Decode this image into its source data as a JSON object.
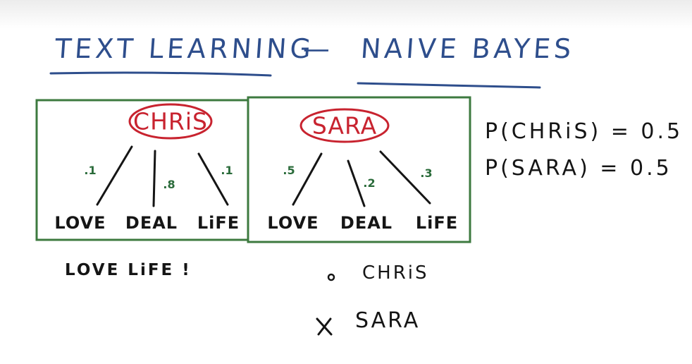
{
  "title": {
    "left": "TEXT LEARNING",
    "dash": "—",
    "right": "NAIVE BAYES"
  },
  "models": [
    {
      "name": "CHRiS",
      "words": [
        "LOVE",
        "DEAL",
        "LiFE"
      ],
      "probs": [
        ".1",
        ".8",
        ".1"
      ]
    },
    {
      "name": "SARA",
      "words": [
        "LOVE",
        "DEAL",
        "LiFE"
      ],
      "probs": [
        ".5",
        ".2",
        ".3"
      ]
    }
  ],
  "priors": [
    "P(CHRiS) = 0.5",
    "P(SARA) = 0.5"
  ],
  "message": "LOVE LiFE !",
  "legend": [
    {
      "icon": "circle-icon",
      "label": "CHRiS"
    },
    {
      "icon": "cross-icon",
      "label": "SARA"
    }
  ],
  "colors": {
    "title_blue": "#2e4e8c",
    "box_green": "#3d7a3f",
    "name_red": "#c8232f",
    "prob_green": "#2a6b3a",
    "ink": "#151515"
  }
}
